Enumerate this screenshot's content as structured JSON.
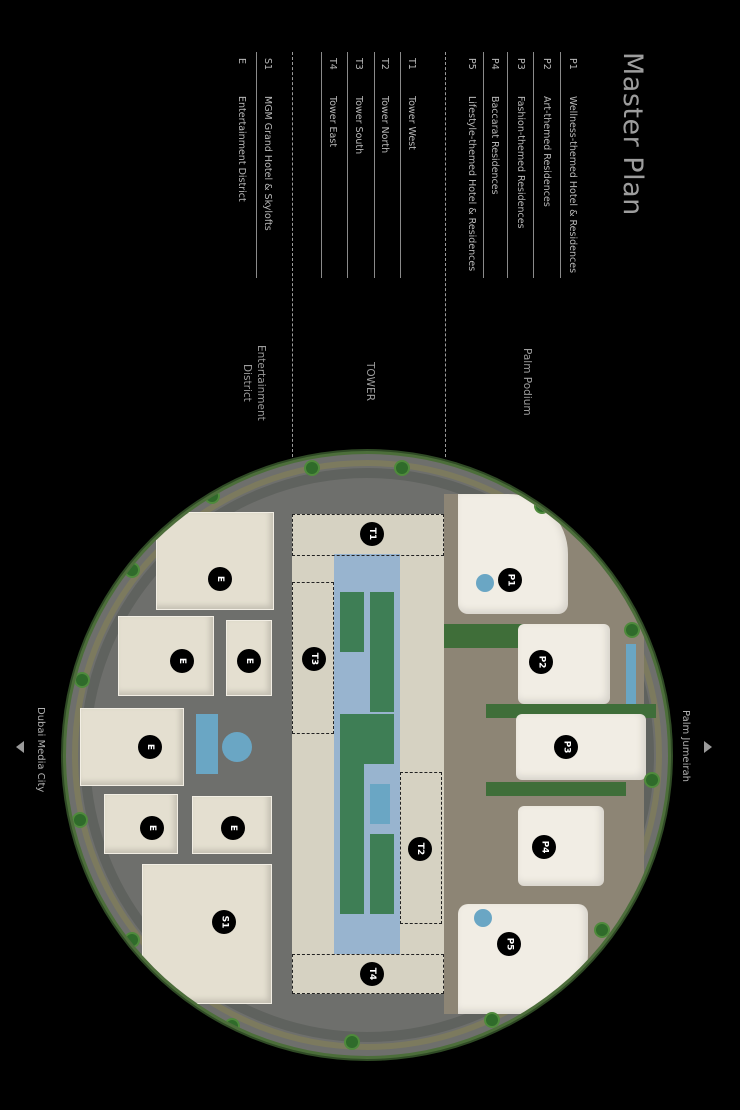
{
  "title": "Master Plan",
  "legend": {
    "palm_podium": [
      {
        "code": "P1",
        "label": "Wellness-themed Hotel & Residences"
      },
      {
        "code": "P2",
        "label": "Art-themed Residences"
      },
      {
        "code": "P3",
        "label": "Fashion-themed Residences"
      },
      {
        "code": "P4",
        "label": "Baccarat Residences"
      },
      {
        "code": "P5",
        "label": "Lifestyle-themed Hotel & Residences"
      }
    ],
    "tower": [
      {
        "code": "T1",
        "label": "Tower West"
      },
      {
        "code": "T2",
        "label": "Tower North"
      },
      {
        "code": "T3",
        "label": "Tower South"
      },
      {
        "code": "T4",
        "label": "Tower East"
      }
    ],
    "entertainment": [
      {
        "code": "S1",
        "label": "MGM Grand Hotel & Skylofts"
      },
      {
        "code": "E",
        "label": "Entertainment District"
      }
    ]
  },
  "sections": {
    "palm_podium": "Palm Podium",
    "tower": "TOWER",
    "entertainment_line1": "Entertainment",
    "entertainment_line2": "District"
  },
  "directions": {
    "right": "Palm Jumeirah",
    "left": "Dubai Media City"
  },
  "map_markers": {
    "T1": "T1",
    "T2": "T2",
    "T3": "T3",
    "T4": "T4",
    "P1": "P1",
    "P2": "P2",
    "P3": "P3",
    "P4": "P4",
    "P5": "P5",
    "S1": "S1",
    "E": "E"
  },
  "colors": {
    "background": "#000000",
    "text": "#b8b8b8",
    "title": "#9d9d9d",
    "marker_bg": "#000000",
    "marker_text": "#ffffff"
  }
}
